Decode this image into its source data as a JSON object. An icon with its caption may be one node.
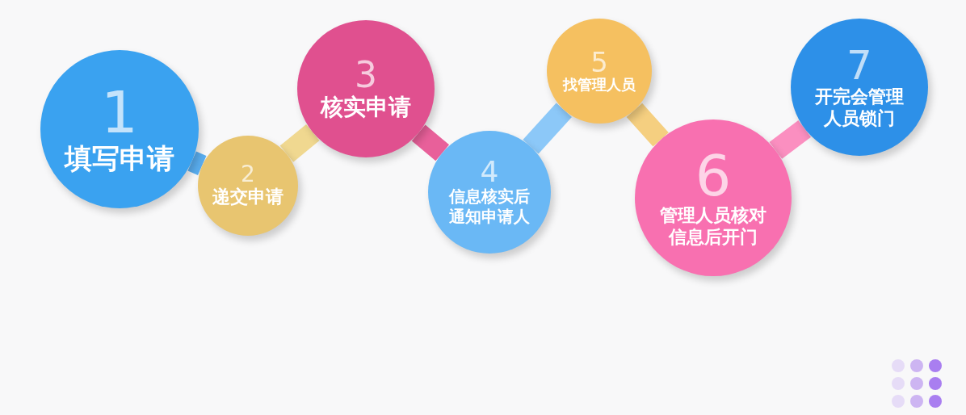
{
  "diagram": {
    "nodes": [
      {
        "text": [
          "1",
          "填写申请"
        ]
      },
      {
        "text": [
          "2",
          "递交申请"
        ]
      },
      {
        "text": [
          "3",
          "核实申请"
        ]
      },
      {
        "text": [
          "4",
          "信息核实后通知申请人"
        ]
      },
      {
        "text": [
          "5",
          "找管理人员"
        ]
      },
      {
        "text": [
          "6",
          "管理人员核对信息后开门"
        ]
      },
      {
        "text": [
          "7",
          "开完会管理人员锁门"
        ]
      }
    ],
    "edges": [
      {
        "from": 0,
        "to": 1,
        "arrow": "none",
        "color": "#5aaef0"
      },
      {
        "from": 1,
        "to": 2,
        "arrow": "none",
        "color": "#f0d890"
      },
      {
        "from": 2,
        "to": 3,
        "arrow": "none",
        "color": "#e8609a"
      },
      {
        "from": 3,
        "to": 4,
        "arrow": "none",
        "color": "#8cc8f8"
      },
      {
        "from": 4,
        "to": 5,
        "arrow": "none",
        "color": "#f5cf80"
      },
      {
        "from": 5,
        "to": 6,
        "arrow": "none",
        "color": "#fb8fc0"
      }
    ]
  }
}
